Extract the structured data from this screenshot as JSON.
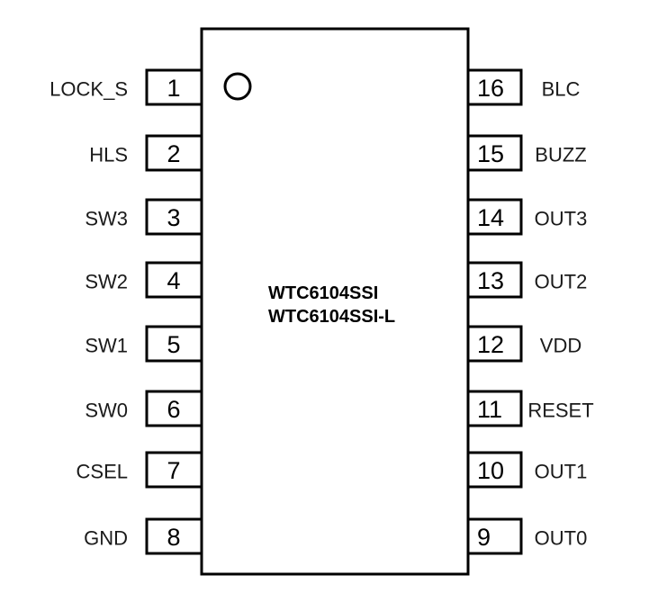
{
  "chip": {
    "part_numbers": [
      "WTC6104SSI",
      "WTC6104SSI-L"
    ]
  },
  "pins": {
    "left": [
      {
        "number": "1",
        "name": "LOCK_S"
      },
      {
        "number": "2",
        "name": "HLS"
      },
      {
        "number": "3",
        "name": "SW3"
      },
      {
        "number": "4",
        "name": "SW2"
      },
      {
        "number": "5",
        "name": "SW1"
      },
      {
        "number": "6",
        "name": "SW0"
      },
      {
        "number": "7",
        "name": "CSEL"
      },
      {
        "number": "8",
        "name": "GND"
      }
    ],
    "right": [
      {
        "number": "16",
        "name": "BLC"
      },
      {
        "number": "15",
        "name": "BUZZ"
      },
      {
        "number": "14",
        "name": "OUT3"
      },
      {
        "number": "13",
        "name": "OUT2"
      },
      {
        "number": "12",
        "name": "VDD"
      },
      {
        "number": "11",
        "name": "RESET"
      },
      {
        "number": "10",
        "name": "OUT1"
      },
      {
        "number": "9",
        "name": "OUT0"
      }
    ]
  }
}
